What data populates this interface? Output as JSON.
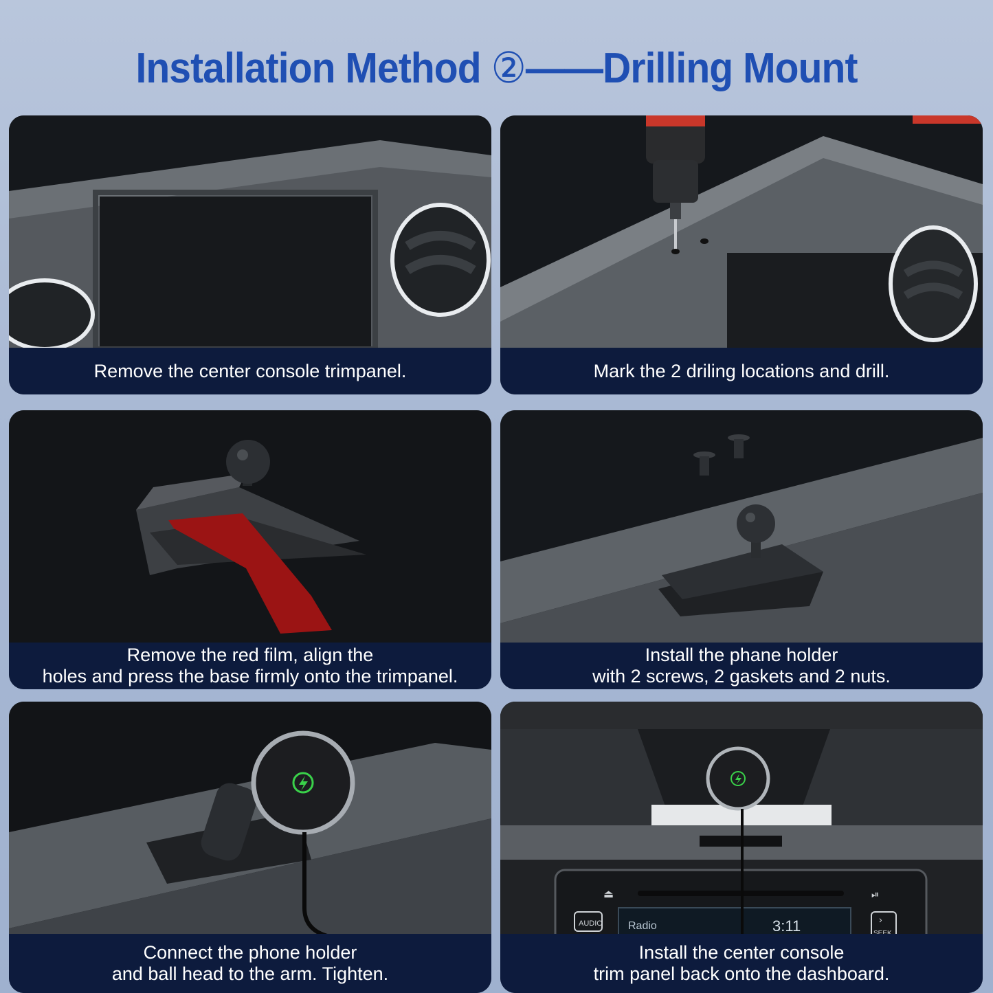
{
  "title": {
    "left": "Installation Method ",
    "mark": "②",
    "right": "——Drilling Mount"
  },
  "steps": [
    {
      "lines": [
        "Remove the center console trimpanel."
      ]
    },
    {
      "lines": [
        "Mark the 2 driling locations and drill."
      ]
    },
    {
      "lines": [
        "Remove the red film, align the",
        "holes and press the base firmly onto the trimpanel."
      ]
    },
    {
      "lines": [
        "Install the phane holder",
        "with 2 screws, 2 gaskets and 2 nuts."
      ]
    },
    {
      "lines": [
        "Connect the phone holder",
        "and ball head to the arm. Tighten."
      ]
    },
    {
      "lines": [
        "Install the center console",
        "trim panel back onto the dashboard."
      ]
    }
  ],
  "radio_display": {
    "audio": "AUDIO",
    "source": "Radio",
    "time": "3:11",
    "seek": "SEEK"
  },
  "colors": {
    "title": "#1f4fb3",
    "caption_bg": "#0d1b3d",
    "adhesive_film": "#9b1414",
    "charge_indicator": "#3ad14a"
  },
  "icons": [
    "lightning-bolt-icon",
    "eject-icon",
    "play-pause-icon",
    "seek-arrow-icon"
  ]
}
